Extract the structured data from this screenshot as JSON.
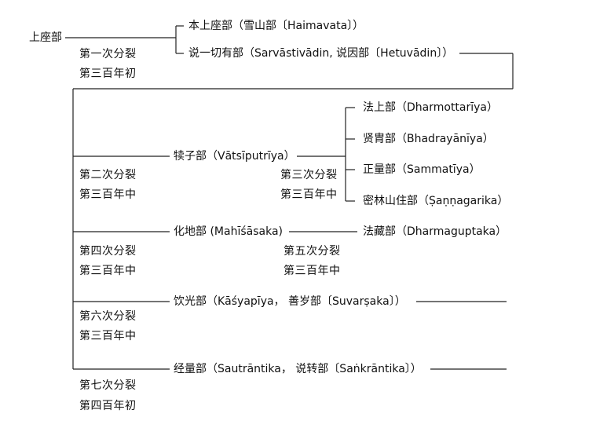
{
  "root": {
    "label": "上座部"
  },
  "splits": [
    {
      "id": "split1",
      "name": "第一次分裂",
      "time": "第三百年初"
    },
    {
      "id": "split2",
      "name": "第二次分裂",
      "time": "第三百年中"
    },
    {
      "id": "split3",
      "name": "第三次分裂",
      "time": "第三百年中"
    },
    {
      "id": "split4",
      "name": "第四次分裂",
      "time": "第三百年中"
    },
    {
      "id": "split5",
      "name": "第五次分裂",
      "time": "第三百年中"
    },
    {
      "id": "split6",
      "name": "第六次分裂",
      "time": "第三百年中"
    },
    {
      "id": "split7",
      "name": "第七次分裂",
      "time": "第四百年初"
    }
  ],
  "schools": {
    "haimavata": {
      "label": "本上座部（雪山部〔Haimavata〕）"
    },
    "sarvastivada": {
      "label": "说一切有部（Sarvāstivādin, 说因部〔Hetuvādin〕）"
    },
    "vatsiputriya": {
      "label": "犊子部（Vātsīputrīya）"
    },
    "dharmottariya": {
      "label": "法上部（Dharmottarīya）"
    },
    "bhadrayaniya": {
      "label": "贤胄部（Bhadrayānīya）"
    },
    "sammatiya": {
      "label": "正量部（Sammatīya）"
    },
    "sannagarika": {
      "label": "密林山住部（Ṣaṇṇagarika）"
    },
    "mahisasaka": {
      "label": "化地部 (Mahīśāsaka)"
    },
    "dharmaguptaka": {
      "label": "法藏部（Dharmaguptaka）"
    },
    "kasyapiya": {
      "label": "饮光部（Kāśyapīya， 善岁部〔Suvarṣaka〕）"
    },
    "sautrantika": {
      "label": "经量部（Sautrāntika， 说转部〔Saṅkrāntika〕）"
    }
  }
}
